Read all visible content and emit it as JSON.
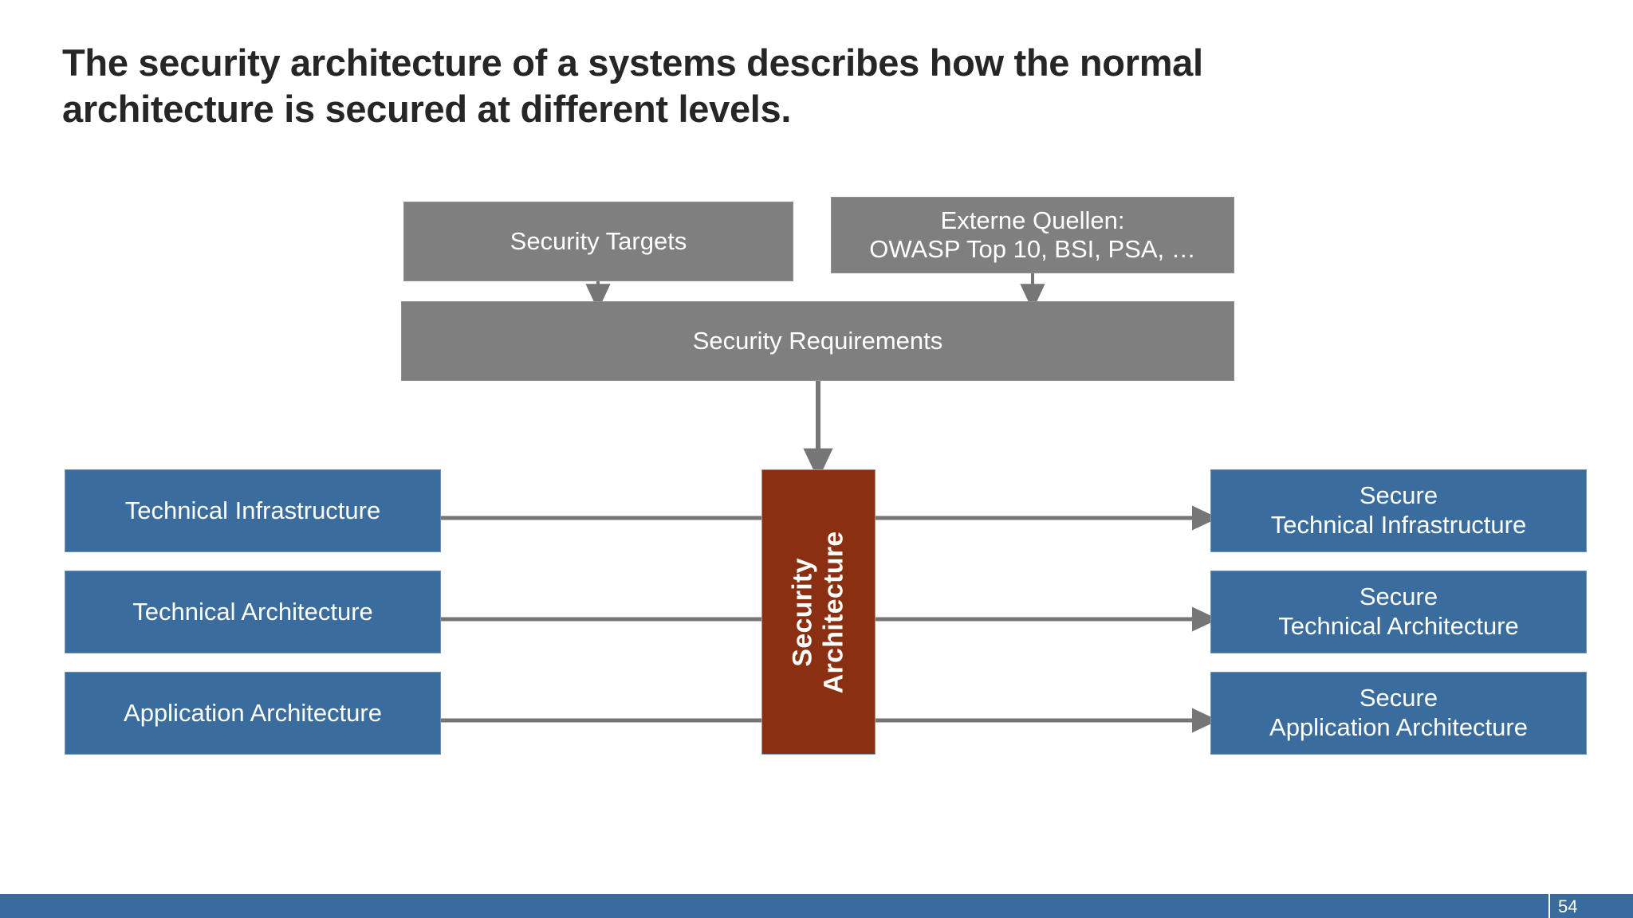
{
  "slide": {
    "title": "The security architecture of a systems describes how the normal\narchitecture is secured at different levels.",
    "page_number": "54"
  },
  "colors": {
    "title_text": "#262626",
    "gray_box_fill": "#7F7F7F",
    "blue_box_fill": "#3A6D9E",
    "red_box_fill": "#8A2F11",
    "connector_gray": "#767676",
    "footer_blue": "#3A6B9E",
    "box_text": "#FFFFFF"
  },
  "diagram": {
    "inputs": [
      {
        "id": "security-targets",
        "label": "Security Targets"
      },
      {
        "id": "external-sources",
        "label": "Externe Quellen:\nOWASP Top 10, BSI, PSA, …"
      }
    ],
    "requirements": {
      "id": "security-requirements",
      "label": "Security Requirements"
    },
    "center": {
      "id": "security-architecture",
      "label": "Security\nArchitecture"
    },
    "left_layers": [
      {
        "id": "technical-infrastructure",
        "label": "Technical Infrastructure"
      },
      {
        "id": "technical-architecture",
        "label": "Technical Architecture"
      },
      {
        "id": "application-architecture",
        "label": "Application Architecture"
      }
    ],
    "right_layers": [
      {
        "id": "secure-technical-infrastructure",
        "label": "Secure\nTechnical Infrastructure"
      },
      {
        "id": "secure-technical-architecture",
        "label": "Secure\nTechnical Architecture"
      },
      {
        "id": "secure-application-architecture",
        "label": "Secure\nApplication  Architecture"
      }
    ]
  }
}
